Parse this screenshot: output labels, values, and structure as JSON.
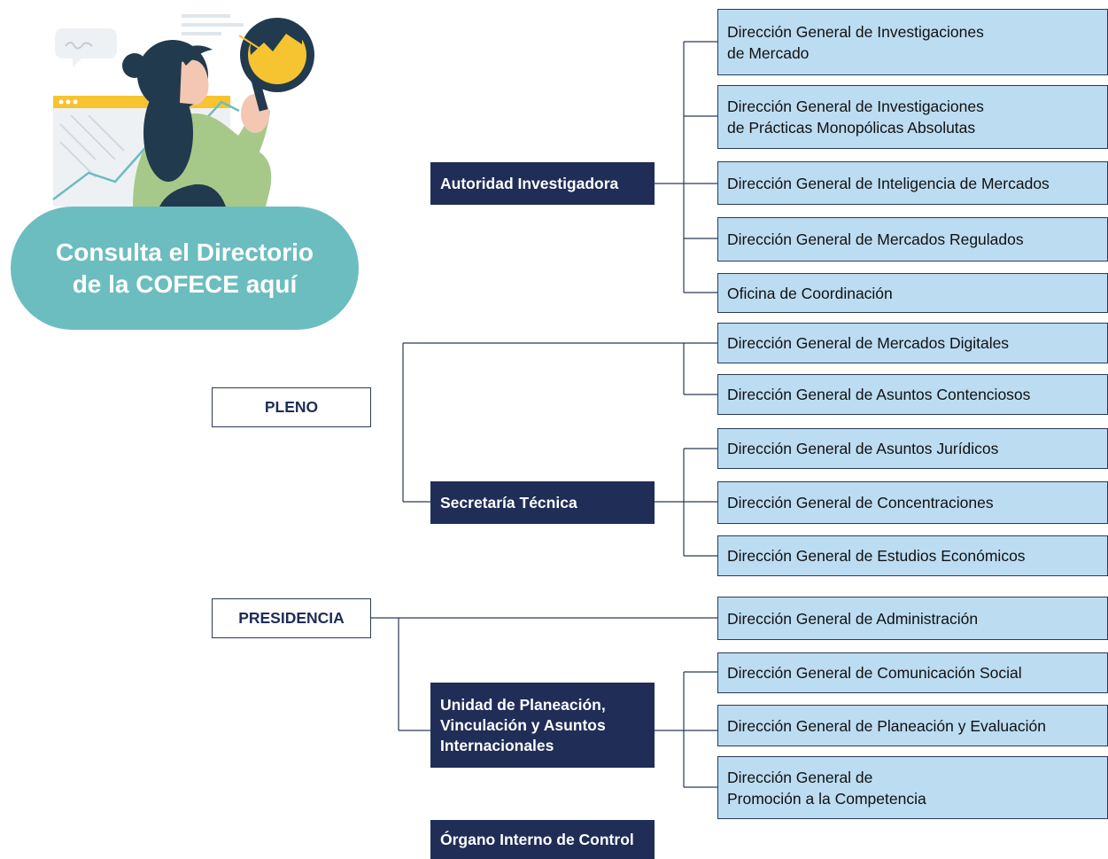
{
  "cta": {
    "label": "Consulta el Directorio\nde la COFECE aquí"
  },
  "illustration": {
    "description_icon": "woman-with-magnifying-glass-icon",
    "colors": {
      "hair": "#213a4e",
      "sweater": "#a6c98a",
      "accent": "#f6c431",
      "teal": "#6cbdc0"
    }
  },
  "top_boxes": {
    "pleno": "PLENO",
    "presidencia": "PRESIDENCIA"
  },
  "units": {
    "autoridad": "Autoridad Investigadora",
    "secretaria": "Secretaría Técnica",
    "unidad": "Unidad de Planeación,\nVinculación y Asuntos\nInternacionales",
    "organo": "Órgano Interno de Control"
  },
  "leaves": {
    "autoridad": [
      "Dirección General de Investigaciones\nde Mercado",
      "Dirección General de Investigaciones\nde Prácticas Monopólicas Absolutas",
      "Dirección General de Inteligencia de Mercados",
      "Dirección General de Mercados Regulados",
      "Oficina de Coordinación"
    ],
    "pleno": [
      "Dirección General de Mercados Digitales",
      "Dirección General de Asuntos Contenciosos"
    ],
    "secretaria": [
      "Dirección General de Asuntos Jurídicos",
      "Dirección General de Concentraciones",
      "Dirección General de Estudios Económicos"
    ],
    "presidencia": [
      "Dirección General de Administración"
    ],
    "unidad": [
      "Dirección General de Comunicación Social",
      "Dirección General de Planeación y Evaluación",
      "Dirección General de\nPromoción a la Competencia"
    ]
  },
  "colors": {
    "navy": "#1f2d57",
    "leaf_fill": "#bcdcf2",
    "line": "#2b3a55"
  }
}
